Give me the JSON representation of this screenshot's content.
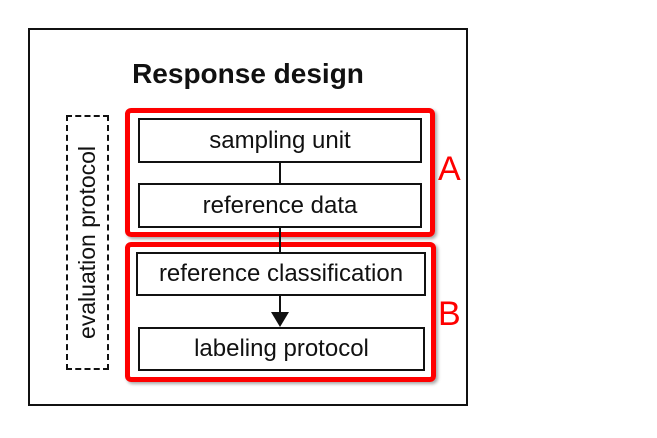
{
  "colors": {
    "accent_red": "#fe0000",
    "line_black": "#111111",
    "background": "#ffffff"
  },
  "diagram": {
    "title": "Response design",
    "side_label": "evaluation protocol",
    "groups": [
      {
        "label": "A",
        "boxes": [
          "sampling unit",
          "reference data"
        ],
        "connector": "line"
      },
      {
        "label": "B",
        "boxes": [
          "reference classification",
          "labeling protocol"
        ],
        "connector": "arrow"
      }
    ]
  }
}
